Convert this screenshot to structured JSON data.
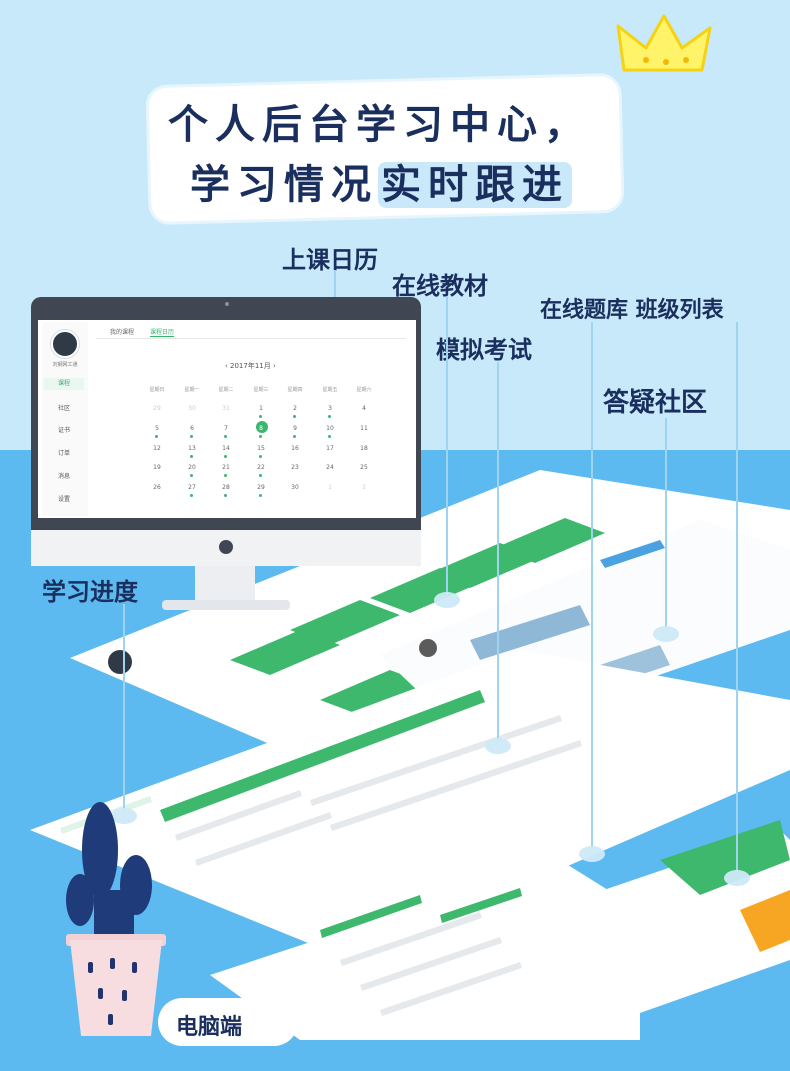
{
  "headline": {
    "line1": "个人后台学习中心，",
    "line2_prefix": "学习情况",
    "line2_highlight": "实时跟进"
  },
  "feature_labels": {
    "calendar": "上课日历",
    "materials": "在线教材",
    "question_bank_class_list": "在线题库 班级列表",
    "mock_exam": "模拟考试",
    "qa_community": "答疑社区",
    "learning_progress": "学习进度",
    "desktop": "电脑端"
  },
  "screen": {
    "user_name": "刘钢网工通",
    "sidebar": [
      "课程",
      "社区",
      "证书",
      "订单",
      "消息",
      "设置"
    ],
    "tabs": [
      "我的课程",
      "课程日历"
    ],
    "month_label": "‹  2017年11月  ›",
    "weekdays": [
      "星期日",
      "星期一",
      "星期二",
      "星期三",
      "星期四",
      "星期五",
      "星期六"
    ],
    "weeks": [
      [
        "29",
        "30",
        "31",
        "1",
        "2",
        "3",
        "4"
      ],
      [
        "5",
        "6",
        "7",
        "8",
        "9",
        "10",
        "11"
      ],
      [
        "12",
        "13",
        "14",
        "15",
        "16",
        "17",
        "18"
      ],
      [
        "19",
        "20",
        "21",
        "22",
        "23",
        "24",
        "25"
      ],
      [
        "26",
        "27",
        "28",
        "29",
        "30",
        "1",
        "2"
      ]
    ]
  },
  "colors": {
    "accent_green": "#3db86d",
    "title_navy": "#1a2f5e",
    "sky_top": "#c7e9f9",
    "sky_bottom": "#5cbaf0"
  }
}
